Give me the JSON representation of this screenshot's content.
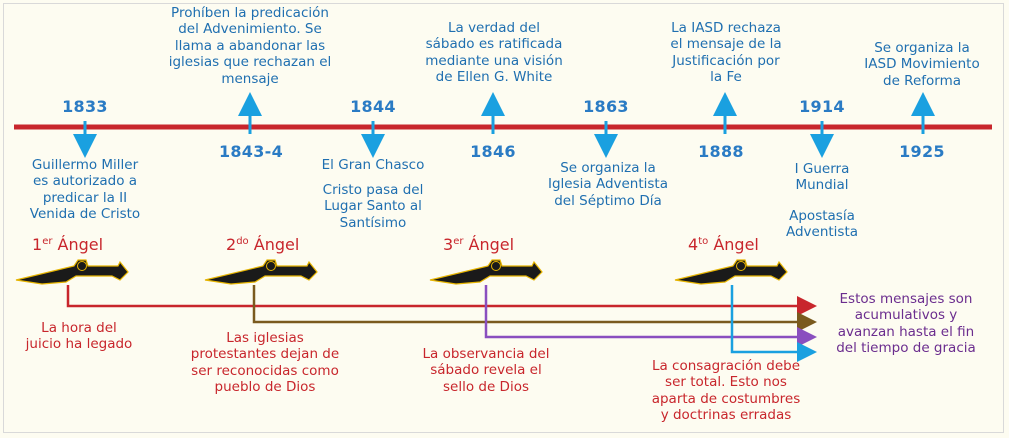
{
  "colors": {
    "timeline": "#c8262c",
    "arrow_blue": "#1aa0e0",
    "text_blue": "#1f6fb0",
    "red": "#c8262c",
    "olive": "#7a5a1e",
    "purple": "#8a4fbf",
    "background": "#fdfcf1"
  },
  "years": [
    "1833",
    "1843-4",
    "1844",
    "1846",
    "1863",
    "1888",
    "1914",
    "1925"
  ],
  "events": {
    "e1833": [
      "Guillermo Miller",
      "es autorizado a",
      "predicar la II",
      "Venida de Cristo"
    ],
    "e1843": [
      "Prohíben la predicación",
      "del Advenimiento. Se",
      "llama a abandonar las",
      "iglesias que rechazan el",
      "mensaje"
    ],
    "e1844a": "El Gran Chasco",
    "e1844b": [
      "Cristo pasa del",
      "Lugar Santo al",
      "Santísimo"
    ],
    "e1846": [
      "La verdad del",
      "sábado es ratificada",
      "mediante una visión",
      "de Ellen G. White"
    ],
    "e1863": [
      "Se organiza la",
      "Iglesia Adventista",
      "del Séptimo Día"
    ],
    "e1888": [
      "La IASD rechaza",
      "el mensaje de la",
      "Justificación por",
      "la Fe"
    ],
    "e1914a": [
      "I Guerra",
      "Mundial"
    ],
    "e1914b": [
      "Apostasía",
      "Adventista"
    ],
    "e1925": [
      "Se organiza la",
      "IASD Movimiento",
      "de Reforma"
    ]
  },
  "angels": [
    {
      "num": "1",
      "sup": "er",
      "word": "Ángel"
    },
    {
      "num": "2",
      "sup": "do",
      "word": "Ángel"
    },
    {
      "num": "3",
      "sup": "er",
      "word": "Ángel"
    },
    {
      "num": "4",
      "sup": "to",
      "word": "Ángel"
    }
  ],
  "messages": {
    "m1": [
      "La hora del",
      "juicio ha legado"
    ],
    "m2": [
      "Las  iglesias",
      "protestantes dejan de",
      "ser reconocidas como",
      "pueblo de Dios"
    ],
    "m3": [
      "La observancia del",
      "sábado revela el",
      "sello de Dios"
    ],
    "m4": [
      "La consagración debe",
      "ser total. Esto nos",
      "aparta de costumbres",
      "y  doctrinas erradas"
    ],
    "note": [
      "Estos mensajes son",
      "acumulativos y",
      "avanzan hasta el fin",
      "del tiempo de gracia"
    ]
  }
}
